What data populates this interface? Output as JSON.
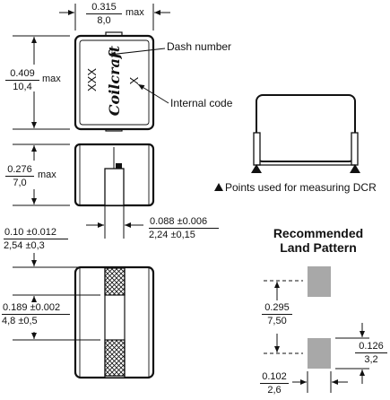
{
  "width_dim": {
    "inch": "0.315",
    "mm": "8,0",
    "qualifier": "max"
  },
  "height_dim": {
    "inch": "0.409",
    "mm": "10,4",
    "qualifier": "max"
  },
  "depth_dim": {
    "inch": "0.276",
    "mm": "7,0",
    "qualifier": "max"
  },
  "terminal_dim": {
    "inch": "0.10 ±0.012",
    "mm": "2,54 ±0,3"
  },
  "gap_dim": {
    "inch": "0.088 ±0.006",
    "mm": "2,24 ±0,15"
  },
  "window_dim": {
    "inch": "0.189 ±0.002",
    "mm": "4,8 ±0,5"
  },
  "marking": {
    "part": "XXX",
    "brand": "Coilcraft",
    "code": "X"
  },
  "callouts": {
    "dash_number": "Dash number",
    "internal_code": "Internal code"
  },
  "dcr_note": "Points used for measuring DCR",
  "land_pattern": {
    "title_line1": "Recommended",
    "title_line2": "Land Pattern",
    "span": {
      "inch": "0.295",
      "mm": "7,50"
    },
    "pad_height": {
      "inch": "0.126",
      "mm": "3,2"
    },
    "pad_width": {
      "inch": "0.102",
      "mm": "2,6"
    }
  },
  "colors": {
    "pad": "#a8a8a8",
    "line": "#111111"
  }
}
